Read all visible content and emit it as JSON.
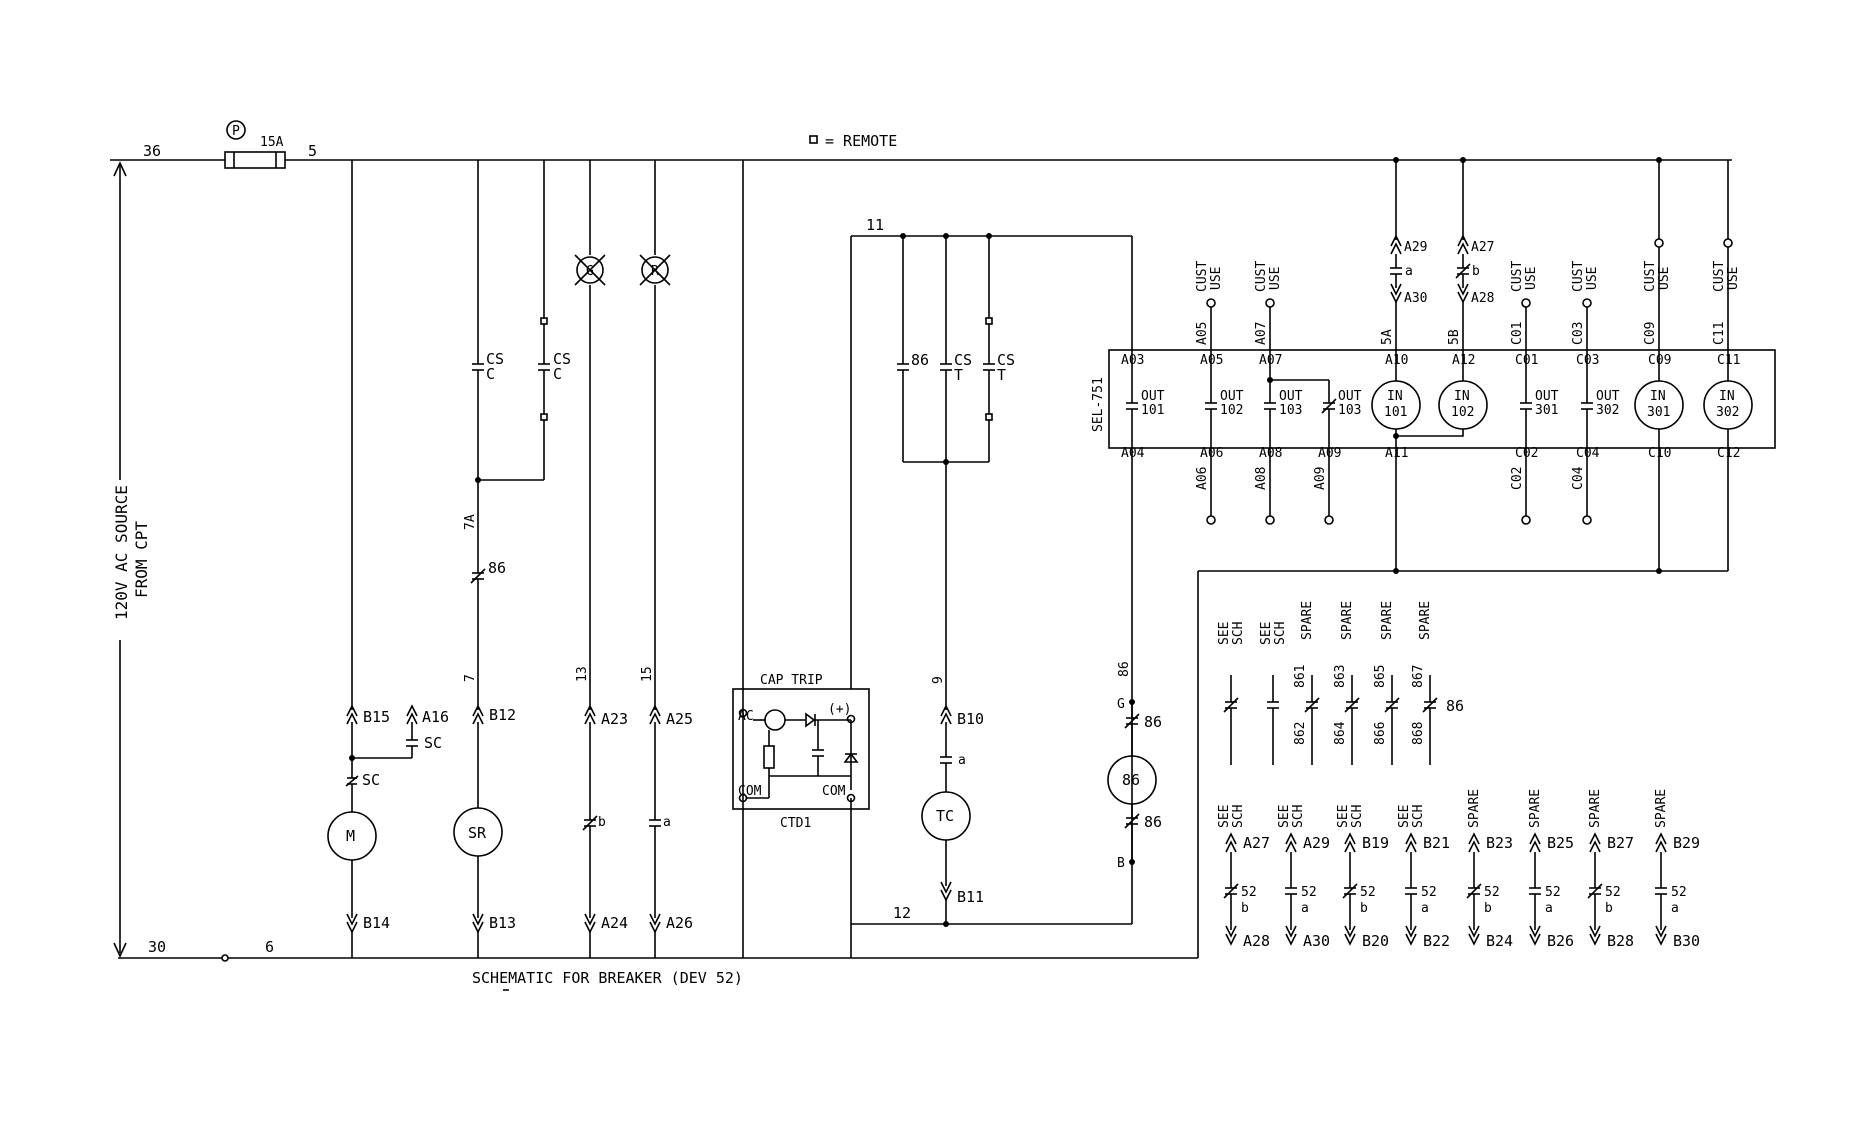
{
  "title": "SCHEMATIC FOR BREAKER (DEV 52)",
  "legend": {
    "remote": "= REMOTE"
  },
  "source": {
    "line1": "120V AC SOURCE",
    "line2": "FROM CPT",
    "wire_top": "36",
    "wire_top_after_fuse": "5",
    "wire_bottom": "30",
    "wire_bottom_after": "6"
  },
  "fuse": {
    "label": "15A",
    "marker": "P"
  },
  "motor_branch": {
    "top_term": "B15",
    "aux_term": "A16",
    "aux_contact": "SC",
    "contact": "SC",
    "device": "M",
    "bottom_term": "B14"
  },
  "sr_branch": {
    "contact1": "CS",
    "contact1_sub": "C",
    "contact2": "CS",
    "contact2_sub": "C",
    "wire1": "7A",
    "contact3": "86",
    "wire2": "7",
    "top_term": "B12",
    "device": "SR",
    "bottom_term": "B13"
  },
  "green_branch": {
    "lamp": "G",
    "wire": "13",
    "top_term": "A23",
    "contact": "b",
    "bottom_term": "A24"
  },
  "red_branch": {
    "lamp": "R",
    "wire": "15",
    "top_term": "A25",
    "contact": "a",
    "bottom_term": "A26"
  },
  "cap_trip": {
    "title": "CAP TRIP",
    "name": "CTD1",
    "ac": "AC",
    "plus": "(+)",
    "com_left": "COM",
    "com_right": "COM"
  },
  "trip_branch": {
    "wire_top": "11",
    "contact1": "86",
    "contact2": "CS",
    "contact2_sub": "T",
    "contact3": "CS",
    "contact3_sub": "T",
    "wire": "9",
    "top_term": "B10",
    "contact": "a",
    "device": "TC",
    "bottom_term": "B11",
    "wire_bottom": "12"
  },
  "lockout": {
    "wire": "86",
    "g": "G",
    "contact_top": "86",
    "device": "86",
    "contact_bottom": "86",
    "b": "B"
  },
  "relay": {
    "name": "SEL-751",
    "outputs": [
      {
        "top": "A03",
        "bottom": "A04",
        "label": "OUT",
        "num": "101"
      },
      {
        "top": "A05",
        "bottom": "A06",
        "label": "OUT",
        "num": "102"
      },
      {
        "top": "A07",
        "bottom": "A08",
        "label": "OUT",
        "num": "103"
      },
      {
        "top": "",
        "bottom": "A09",
        "label": "OUT",
        "num": "103"
      },
      {
        "top": "C01",
        "bottom": "C02",
        "label": "OUT",
        "num": "301"
      },
      {
        "top": "C03",
        "bottom": "C04",
        "label": "OUT",
        "num": "302"
      }
    ],
    "inputs": [
      {
        "top": "A10",
        "bottom": "A11",
        "label": "IN",
        "num": "101"
      },
      {
        "top": "A12",
        "bottom": "",
        "label": "IN",
        "num": "102"
      },
      {
        "top": "C09",
        "bottom": "C10",
        "label": "IN",
        "num": "301"
      },
      {
        "top": "C11",
        "bottom": "C12",
        "label": "IN",
        "num": "302"
      }
    ],
    "ext_top": [
      "A05",
      "A07",
      "5A",
      "5B",
      "C01",
      "C03",
      "C09",
      "C11"
    ],
    "ext_bottom": [
      "A06",
      "A08",
      "A09",
      "C02",
      "C04"
    ],
    "cust_use": [
      "CUST",
      "USE"
    ],
    "a29": "A29",
    "a30": "A30",
    "a27": "A27",
    "a28": "A28",
    "ca": "a",
    "cb": "b"
  },
  "contacts_86": {
    "cols": [
      [
        "SEE",
        "SCH"
      ],
      [
        "SEE",
        "SCH"
      ],
      [
        "SPARE"
      ],
      [
        "SPARE"
      ],
      [
        "SPARE"
      ],
      [
        "SPARE"
      ]
    ],
    "top_nums": [
      "861",
      "863",
      "865",
      "867"
    ],
    "bottom_nums": [
      "862",
      "864",
      "866",
      "868"
    ],
    "device": "86"
  },
  "contacts_52": [
    {
      "hdr": [
        "SEE",
        "SCH"
      ],
      "top": "A27",
      "type": "b",
      "bottom": "A28"
    },
    {
      "hdr": [
        "SEE",
        "SCH"
      ],
      "top": "A29",
      "type": "a",
      "bottom": "A30"
    },
    {
      "hdr": [
        "SEE",
        "SCH"
      ],
      "top": "B19",
      "type": "b",
      "bottom": "B20"
    },
    {
      "hdr": [
        "SEE",
        "SCH"
      ],
      "top": "B21",
      "type": "a",
      "bottom": "B22"
    },
    {
      "hdr": [
        "SPARE"
      ],
      "top": "B23",
      "type": "b",
      "bottom": "B24"
    },
    {
      "hdr": [
        "SPARE"
      ],
      "top": "B25",
      "type": "a",
      "bottom": "B26"
    },
    {
      "hdr": [
        "SPARE"
      ],
      "top": "B27",
      "type": "b",
      "bottom": "B28"
    },
    {
      "hdr": [
        "SPARE"
      ],
      "top": "B29",
      "type": "a",
      "bottom": "B30"
    }
  ],
  "contact_52_label": "52"
}
